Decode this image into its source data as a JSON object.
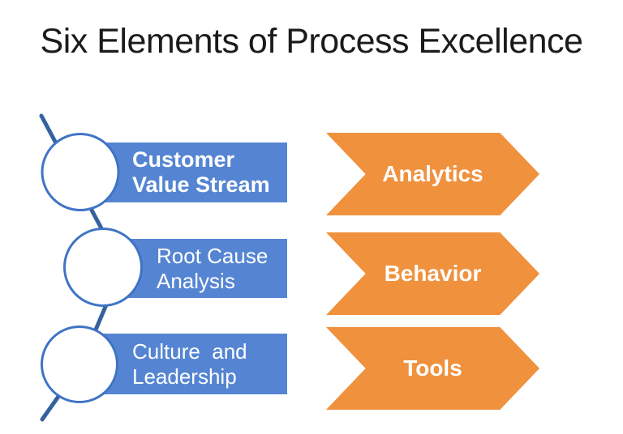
{
  "slide": {
    "title": "Six Elements of Process Excellence",
    "colors": {
      "box_blue": "#5585D2",
      "arrow_orange": "#F0913D",
      "circle_stroke": "#3F74C4",
      "connector_line": "#35619E",
      "text_on_fill": "#FFFFFF",
      "title_text": "#1B1B1B"
    },
    "left_elements": [
      {
        "label": "Customer\nValue Stream"
      },
      {
        "label": "Root Cause\nAnalysis"
      },
      {
        "label": "Culture  and\nLeadership"
      }
    ],
    "right_elements": [
      {
        "label": "Analytics"
      },
      {
        "label": "Behavior"
      },
      {
        "label": "Tools"
      }
    ]
  }
}
